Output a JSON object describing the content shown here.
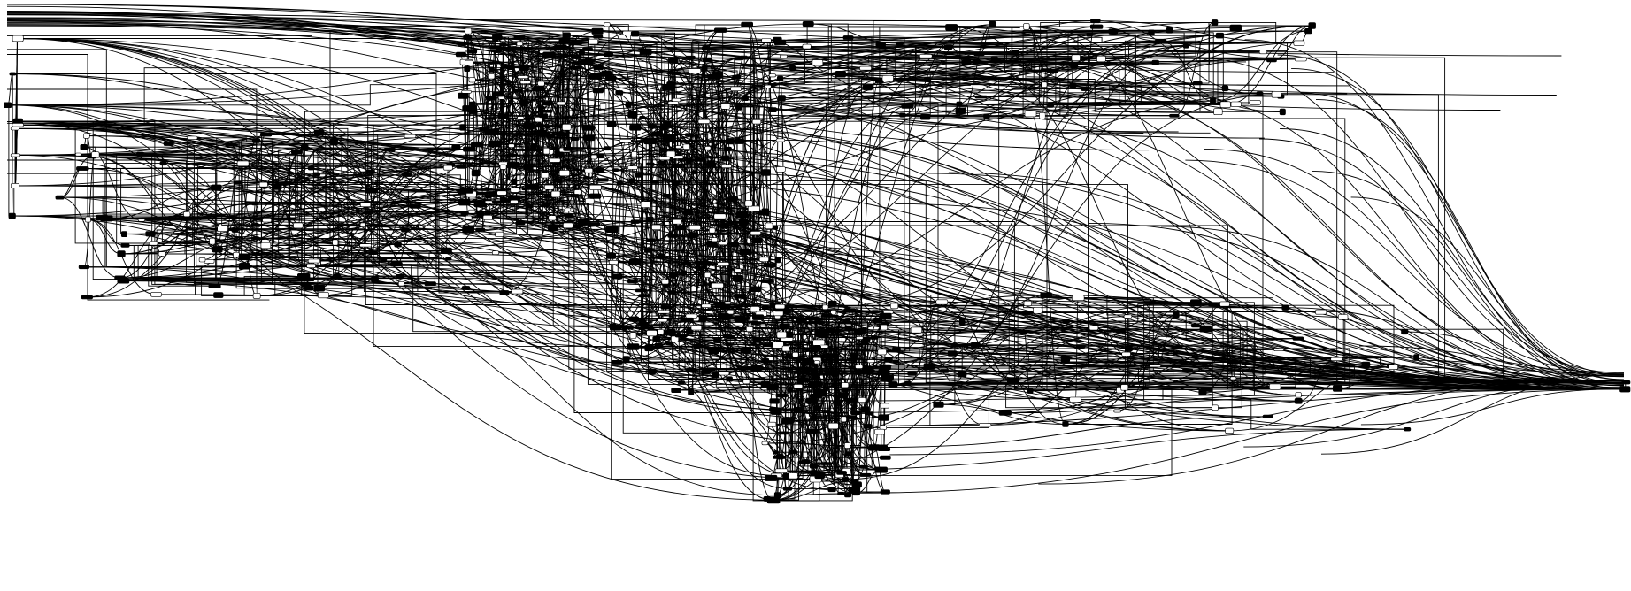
{
  "diagram": {
    "kind": "circuit-schematic",
    "colors": {
      "background": "#ffffff",
      "wire": "#000000",
      "cell": "#000000"
    },
    "regions": [
      {
        "id": "input-port-column"
      },
      {
        "id": "left-logic-cluster"
      },
      {
        "id": "upper-register-bank-a"
      },
      {
        "id": "upper-register-bank-b"
      },
      {
        "id": "central-logic-cluster"
      },
      {
        "id": "right-upper-cluster"
      },
      {
        "id": "lower-register-bank"
      },
      {
        "id": "lower-right-cluster"
      },
      {
        "id": "output-port"
      }
    ]
  }
}
